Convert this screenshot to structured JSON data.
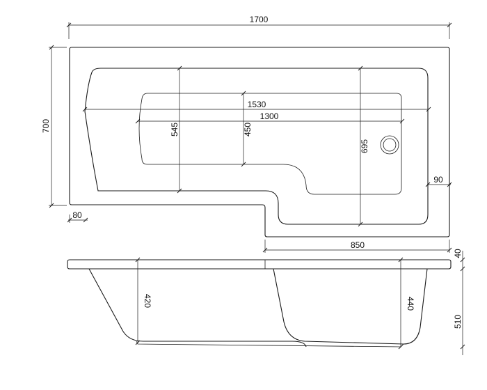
{
  "dimensions": {
    "overall_length": "1700",
    "overall_width": "700",
    "inner_length": "1530",
    "floor_length": "1300",
    "height_545": "545",
    "height_450": "450",
    "height_695": "695",
    "rim_90": "90",
    "rim_80": "80",
    "shower_end": "850",
    "rim_thickness": "40",
    "depth_left": "420",
    "depth_right": "440",
    "overall_height": "510"
  }
}
